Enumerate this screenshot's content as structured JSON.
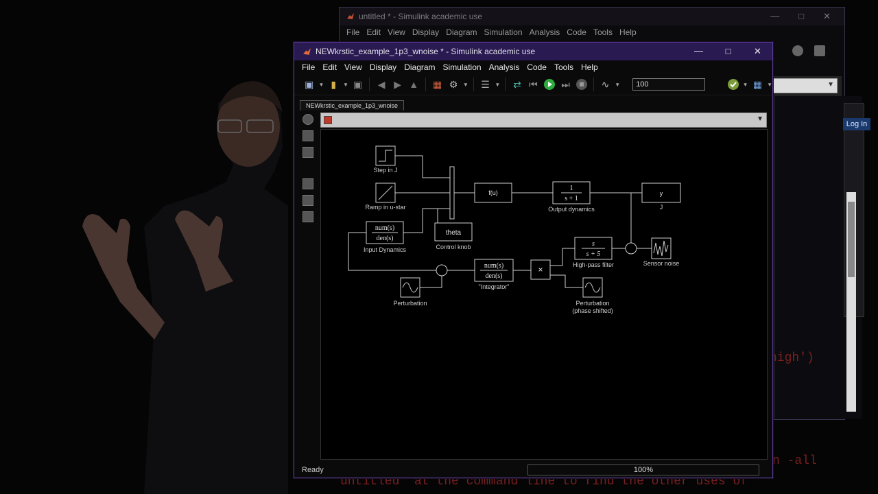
{
  "background_window": {
    "title": "untitled * - Simulink academic use",
    "menu": [
      "File",
      "Edit",
      "View",
      "Display",
      "Diagram",
      "Simulation",
      "Analysis",
      "Code",
      "Tools",
      "Help"
    ],
    "controls": [
      "—",
      "□",
      "✕"
    ]
  },
  "side_panel": {
    "login_label": "Log In"
  },
  "command_text": {
    "line1": "high')",
    "line2": "n -all",
    "line3": "untitled\" at the command line to find the other uses of"
  },
  "main_window": {
    "title": "NEWkrstic_example_1p3_wnoise * - Simulink academic use",
    "controls": {
      "minimize": "—",
      "maximize": "□",
      "close": "✕"
    },
    "menu": [
      "File",
      "Edit",
      "View",
      "Display",
      "Diagram",
      "Simulation",
      "Analysis",
      "Code",
      "Tools",
      "Help"
    ],
    "toolbar": {
      "stop_time": "100"
    },
    "tab_label": "NEWkrstic_example_1p3_wnoise",
    "status": {
      "ready": "Ready",
      "zoom": "100%"
    }
  },
  "diagram": {
    "blocks": {
      "step": {
        "label": "Step in J"
      },
      "ramp": {
        "label": "Ramp in u-star"
      },
      "fu": {
        "text": "f(u)"
      },
      "output": {
        "num": "1",
        "den": "s + 1",
        "label": "Output dynamics"
      },
      "y_out": {
        "text": "y",
        "label": "J"
      },
      "input_dyn": {
        "num": "num(s)",
        "den": "den(s)",
        "label": "Input Dynamics"
      },
      "theta": {
        "text": "theta",
        "label": "Control knob"
      },
      "hpf": {
        "num": "s",
        "den": "s + 5",
        "label": "High-pass filter"
      },
      "noise": {
        "label": "Sensor noise"
      },
      "integrator": {
        "num": "num(s)",
        "den": "den(s)",
        "label": "\"Integrator\""
      },
      "product": {
        "text": "×"
      },
      "perturbation": {
        "label": "Perturbation"
      },
      "perturbation_ps": {
        "label": "Perturbation",
        "label2": "(phase shifted)"
      }
    }
  },
  "colors": {
    "title_bar": "#2a1a52",
    "window_border": "#5a3c9c",
    "run_button": "#2fae3f"
  },
  "icons": [
    "matlab-logo-icon",
    "new-model-icon",
    "open-folder-icon",
    "save-icon",
    "back-icon",
    "forward-icon",
    "up-icon",
    "library-icon",
    "settings-gear-icon",
    "model-explorer-icon",
    "update-icon",
    "step-back-icon",
    "run-icon",
    "step-forward-icon",
    "stop-icon",
    "scope-icon",
    "check-icon",
    "grid-icon"
  ]
}
